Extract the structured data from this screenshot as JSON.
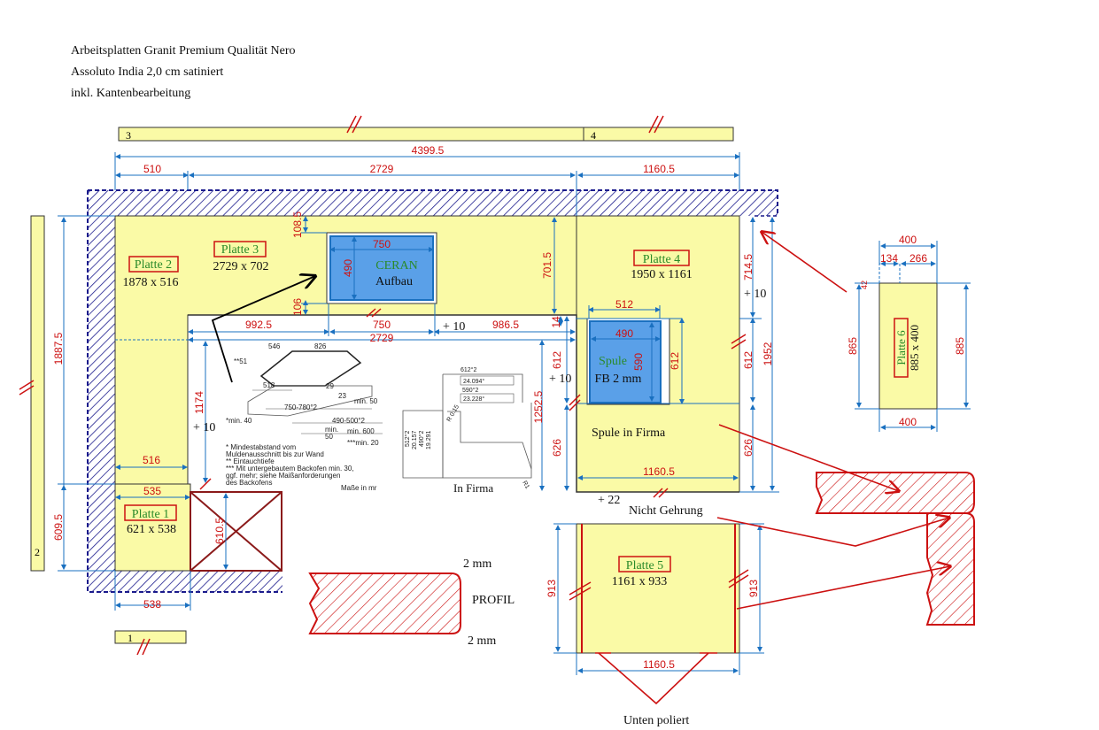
{
  "header": {
    "line1": "Arbeitsplatten Granit Premium Qualität Nero",
    "line2": "Assoluto India 2,0 cm satiniert",
    "line3": "inkl. Kantenbearbeitung"
  },
  "colors": {
    "slab": "#fafaa6",
    "dimension": "#1a70c0",
    "dim_text": "#cc1111",
    "wall": "#1a1a8c",
    "cutout": "#5aa0e8",
    "label_border": "#cc1111",
    "label_text": "#2a8a2a",
    "profile": "#cc1111"
  },
  "strips": {
    "s1": "1",
    "s2": "2",
    "s3": "3",
    "s4": "4"
  },
  "plates": {
    "p1": {
      "name": "Platte 1",
      "size": "621 x 538"
    },
    "p2": {
      "name": "Platte 2",
      "size": "1878 x 516"
    },
    "p3": {
      "name": "Platte 3",
      "size": "2729 x 702"
    },
    "p4": {
      "name": "Platte 4",
      "size": "1950 x 1161"
    },
    "p5": {
      "name": "Platte 5",
      "size": "1161 x 933"
    },
    "p6": {
      "name": "Platte 6",
      "size": "885 x 400"
    }
  },
  "cutouts": {
    "ceran_line1": "CERAN",
    "ceran_line2": "Aufbau",
    "sink_line1": "Spule",
    "sink_line2": "FB 2 mm"
  },
  "dims": {
    "total_width": "4399.5",
    "d510": "510",
    "d2729": "2729",
    "d1160_5": "1160.5",
    "d108_5": "108.5",
    "d750": "750",
    "d490": "490",
    "d106": "106",
    "d992_5": "992.5",
    "d986_5": "986.5",
    "d701_5": "701.5",
    "d714_5": "714.5",
    "d14": "14",
    "d512": "512",
    "d612": "612",
    "d590": "590",
    "d1952": "1952",
    "d626": "626",
    "d1252_5": "1252.5",
    "d1887_5": "1887.5",
    "d1174": "1174",
    "d516": "516",
    "d535": "535",
    "d609_5": "609.5",
    "d610_5": "610.5",
    "d538": "538",
    "d913": "913",
    "d400": "400",
    "d134": "134",
    "d266": "266",
    "d865": "865",
    "d885": "885",
    "d42": "42"
  },
  "notes": {
    "plus10": "+ 10",
    "plus22": "+ 22",
    "spule_firma": "Spule in Firma",
    "in_firma": "In Firma",
    "nicht_gehrung": "Nicht Gehrung",
    "unten_poliert": "Unten poliert",
    "profil": "PROFIL",
    "two_mm": "2 mm"
  },
  "hob_sketch": {
    "l546": "546",
    "l826": "826",
    "l51": "**51",
    "l518": "518",
    "l29": "29",
    "l23": "23",
    "lmin50a": "min. 50",
    "l750_780": "750-780°2",
    "l490_500": "490-500°2",
    "lmin600": "min. 600",
    "lmin40": "*min. 40",
    "lmin50b": "min.",
    "l50": "50",
    "lmin20": "***min. 20",
    "n1": "*   Mindestabstand vom",
    "n2": "    Muldenausschnitt bis zur Wand",
    "n3": "**  Eintauchtiefe",
    "n4": "*** Mit untergebautem Backofen min. 30,",
    "n5": "    ggf. mehr; siehe Maißanforderungen",
    "n6": "    des Backofens",
    "n7": "Maße in mr"
  },
  "sink_sketch": {
    "a": "612°2",
    "b": "24.094°",
    "c": "590°2",
    "d": "23.228°",
    "e": "R 0.15",
    "f": "512°2",
    "g": "20.157",
    "h": "490°2",
    "i": "19.291",
    "j": "R1"
  }
}
